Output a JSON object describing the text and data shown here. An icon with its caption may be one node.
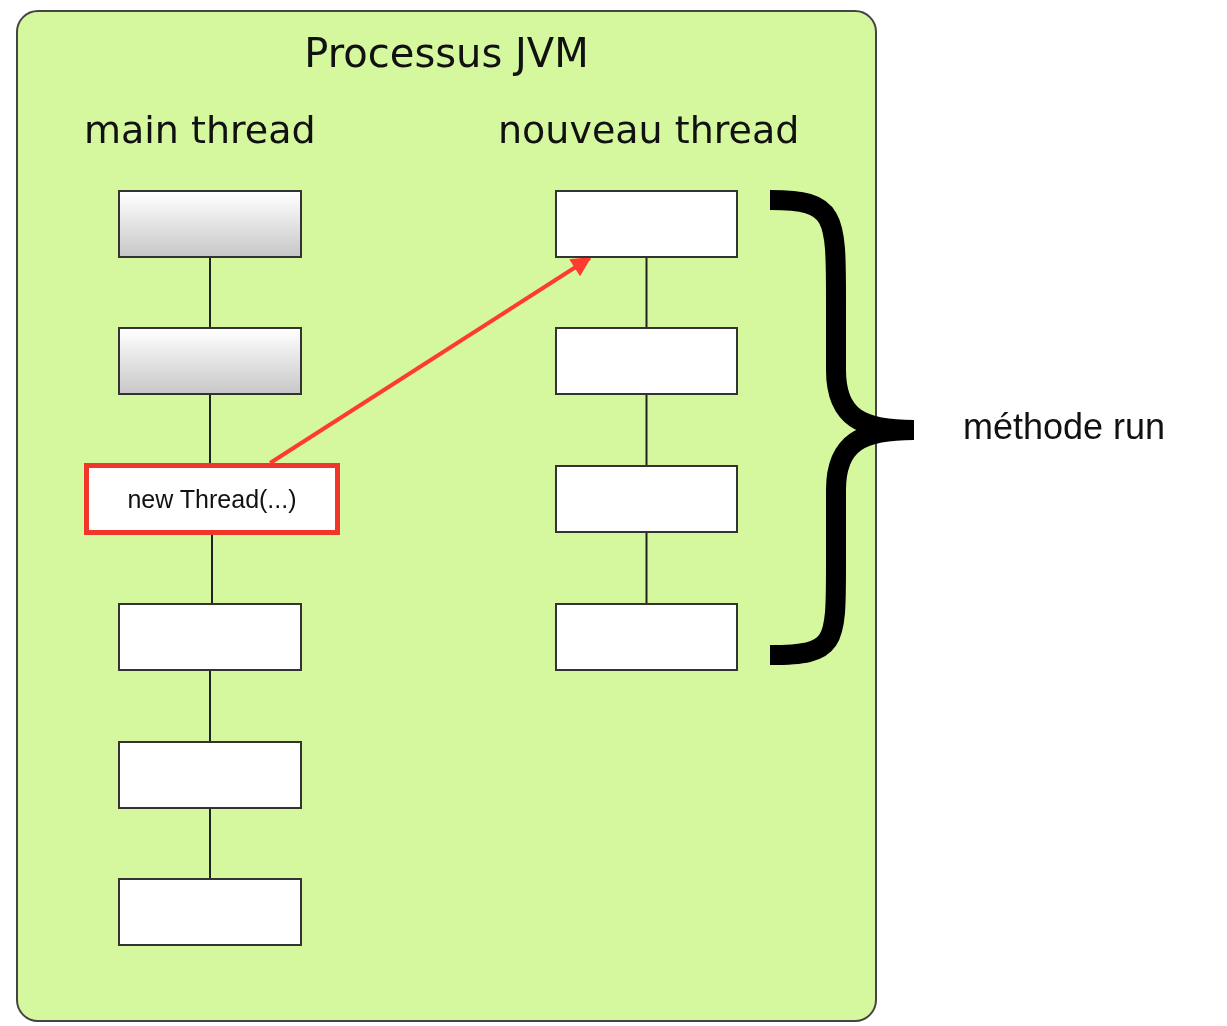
{
  "diagram": {
    "nodes": [
      {
        "text": [
          "Processus JVM"
        ]
      },
      {
        "text": [],
        "shape": "box",
        "in": 0
      },
      {
        "text": [],
        "shape": "box",
        "in": 0
      },
      {
        "text": [
          "new Thread(...)"
        ],
        "in": 0
      },
      {
        "text": [],
        "shape": "box",
        "in": 0
      },
      {
        "text": [],
        "shape": "box",
        "in": 0
      },
      {
        "text": [],
        "shape": "box",
        "in": 0
      },
      {
        "text": [],
        "shape": "box",
        "in": 0
      },
      {
        "text": [],
        "shape": "box",
        "in": 0
      },
      {
        "text": [],
        "shape": "box",
        "in": 0
      },
      {
        "text": [],
        "shape": "box",
        "in": 0
      }
    ],
    "edges": [
      {
        "from": 1,
        "to": 2,
        "arrow": "none"
      },
      {
        "from": 2,
        "to": 3,
        "arrow": "none"
      },
      {
        "from": 3,
        "to": 4,
        "arrow": "none"
      },
      {
        "from": 4,
        "to": 5,
        "arrow": "none"
      },
      {
        "from": 5,
        "to": 6,
        "arrow": "none"
      },
      {
        "from": 7,
        "to": 8,
        "arrow": "none"
      },
      {
        "from": 8,
        "to": 9,
        "arrow": "none"
      },
      {
        "from": 9,
        "to": 10,
        "arrow": "none"
      },
      {
        "from": 3,
        "to": 7,
        "arrow": "to",
        "color": "#ff3b2f",
        "style": "thick"
      }
    ],
    "labels": [
      "main thread",
      "nouveau thread",
      "méthode run"
    ]
  }
}
